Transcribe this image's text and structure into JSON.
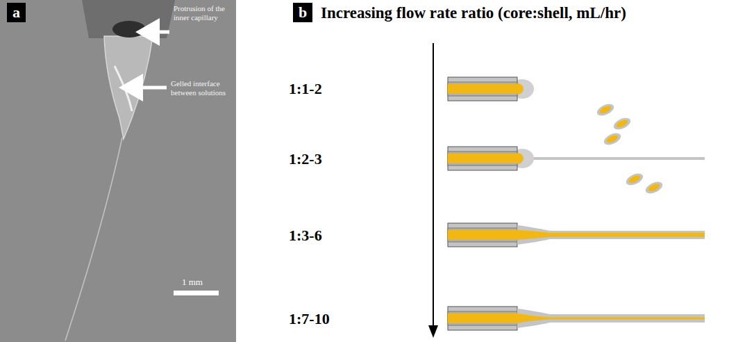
{
  "diagram": {
    "nodes": [
      {
        "text": [
          "a"
        ]
      },
      {
        "text": [
          "b"
        ]
      }
    ],
    "labels": [
      "Protrusion of the inner capillary",
      "Gelled interface between solutions",
      "1 mm",
      "Increasing flow rate ratio (core:shell, mL/hr)",
      "1:1-2",
      "1:2-3",
      "1:3-6",
      "1:7-10"
    ]
  }
}
